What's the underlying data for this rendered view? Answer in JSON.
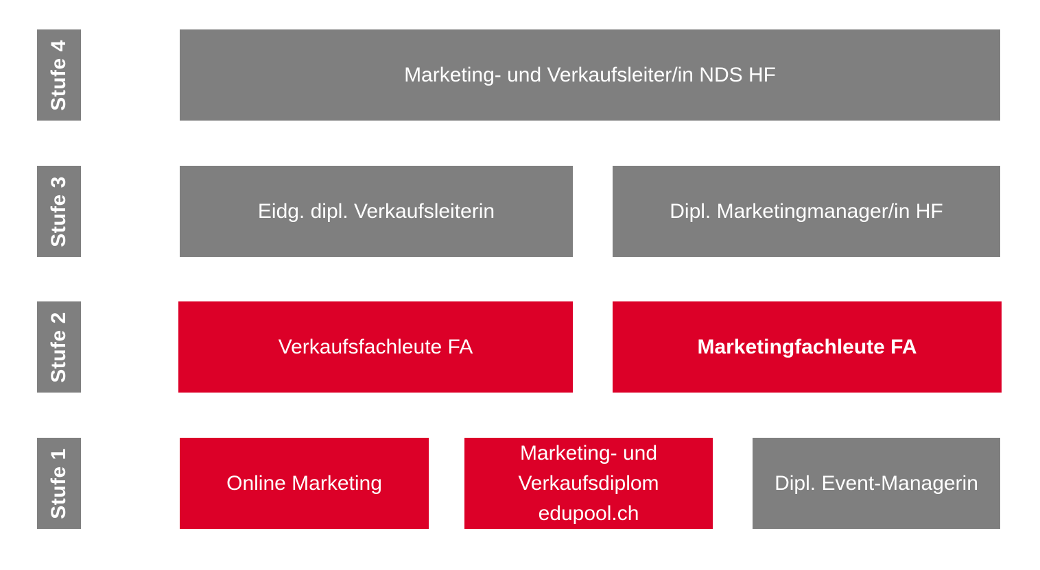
{
  "stages": [
    {
      "label": "Stufe 4"
    },
    {
      "label": "Stufe 3"
    },
    {
      "label": "Stufe 2"
    },
    {
      "label": "Stufe 1"
    }
  ],
  "level4": {
    "box1": "Marketing- und Verkaufsleiter/in NDS HF"
  },
  "level3": {
    "box1": "Eidg. dipl. Verkaufsleiterin",
    "box2": "Dipl. Marketingmanager/in HF"
  },
  "level2": {
    "box1": "Verkaufsfachleute FA",
    "box2": "Marketingfachleute FA"
  },
  "level1": {
    "box1": "Online Marketing",
    "box2_lines": [
      "Marketing- und",
      "Verkaufsdiplom",
      "edupool.ch"
    ],
    "box3": "Dipl. Event-Managerin"
  },
  "colors": {
    "grey": "#7f7f7f",
    "red": "#dc0028",
    "text": "#ffffff"
  }
}
